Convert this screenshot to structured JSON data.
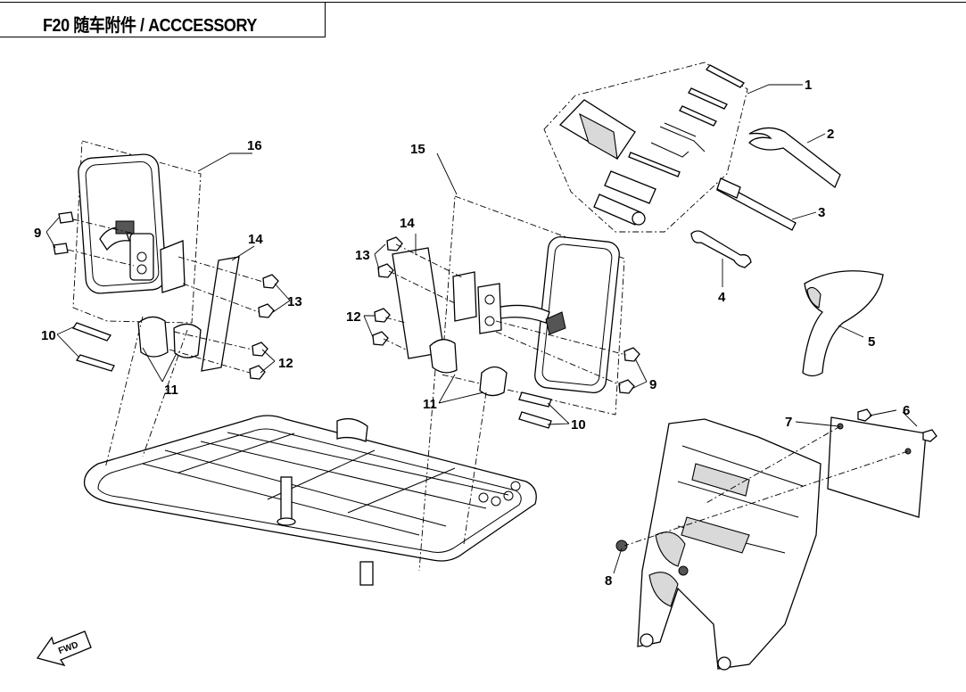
{
  "header": {
    "title": "F20 随车附件 / ACCCESSORY"
  },
  "direction_marker": "FWD",
  "callouts": [
    {
      "id": "c1",
      "label": "1"
    },
    {
      "id": "c2",
      "label": "2"
    },
    {
      "id": "c3",
      "label": "3"
    },
    {
      "id": "c4",
      "label": "4"
    },
    {
      "id": "c5",
      "label": "5"
    },
    {
      "id": "c6",
      "label": "6"
    },
    {
      "id": "c7",
      "label": "7"
    },
    {
      "id": "c8",
      "label": "8"
    },
    {
      "id": "c9a",
      "label": "9"
    },
    {
      "id": "c9b",
      "label": "9"
    },
    {
      "id": "c10a",
      "label": "10"
    },
    {
      "id": "c10b",
      "label": "10"
    },
    {
      "id": "c11a",
      "label": "11"
    },
    {
      "id": "c11b",
      "label": "11"
    },
    {
      "id": "c12a",
      "label": "12"
    },
    {
      "id": "c12b",
      "label": "12"
    },
    {
      "id": "c13a",
      "label": "13"
    },
    {
      "id": "c13b",
      "label": "13"
    },
    {
      "id": "c14a",
      "label": "14"
    },
    {
      "id": "c14b",
      "label": "14"
    },
    {
      "id": "c15",
      "label": "15"
    },
    {
      "id": "c16",
      "label": "16"
    }
  ]
}
